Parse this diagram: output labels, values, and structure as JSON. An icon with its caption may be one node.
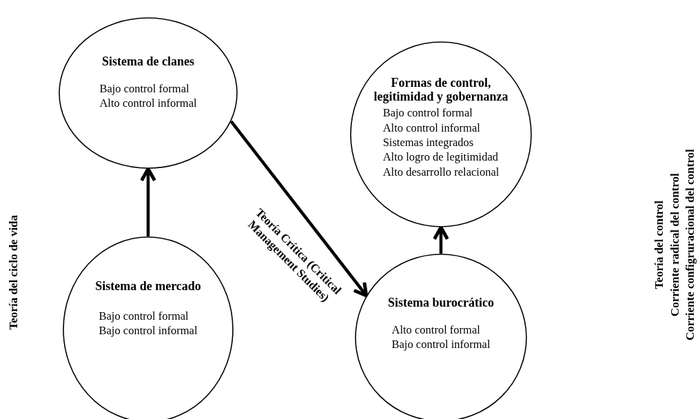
{
  "diagram": {
    "nodes": [
      {
        "text": [
          "Sistema de clanes",
          "Bajo control formal",
          "Alto control informal"
        ]
      },
      {
        "text": [
          "Formas de control, legitimidad y gobernanza",
          "Bajo control formal",
          "Alto control informal",
          "Sistemas integrados",
          "Alto logro de legitimidad",
          "Alto desarrollo relacional"
        ]
      },
      {
        "text": [
          "Sistema de mercado",
          "Bajo control formal",
          "Bajo control informal"
        ]
      },
      {
        "text": [
          "Sistema burocrático",
          "Alto control formal",
          "Bajo control informal"
        ]
      }
    ],
    "edges": [
      {
        "from": 2,
        "to": 0,
        "arrow": "to"
      },
      {
        "from": 0,
        "to": 3,
        "arrow": "to"
      },
      {
        "from": 3,
        "to": 1,
        "arrow": "to"
      }
    ],
    "labels": [
      "Teoría del ciclo de vida",
      "Teoría Crítica (Critical Management Studies)",
      "Teoría del control",
      "Corriente radical del control",
      "Corriente configruracional del control"
    ]
  }
}
